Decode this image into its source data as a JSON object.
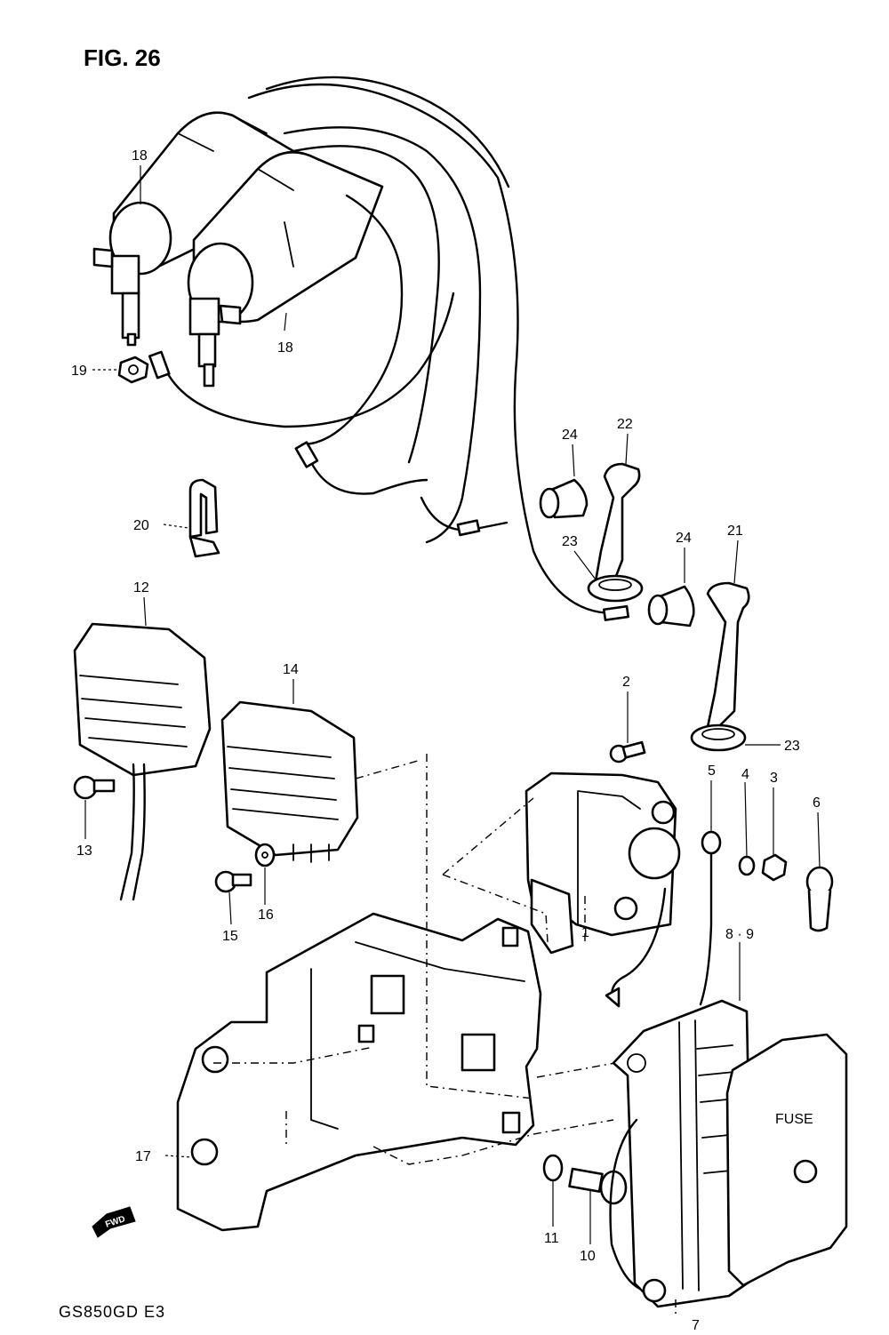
{
  "figure": {
    "title": "FIG. 26",
    "model_code": "GS850GD  E3",
    "fwd_label": "FWD"
  },
  "callouts": [
    {
      "id": "c18a",
      "label": "18"
    },
    {
      "id": "c18b",
      "label": "18"
    },
    {
      "id": "c19",
      "label": "19"
    },
    {
      "id": "c20",
      "label": "20"
    },
    {
      "id": "c24a",
      "label": "24"
    },
    {
      "id": "c22",
      "label": "22"
    },
    {
      "id": "c23a",
      "label": "23"
    },
    {
      "id": "c24b",
      "label": "24"
    },
    {
      "id": "c21",
      "label": "21"
    },
    {
      "id": "c12",
      "label": "12"
    },
    {
      "id": "c14",
      "label": "14"
    },
    {
      "id": "c2",
      "label": "2"
    },
    {
      "id": "c23b",
      "label": "23"
    },
    {
      "id": "c13",
      "label": "13"
    },
    {
      "id": "c5",
      "label": "5"
    },
    {
      "id": "c4",
      "label": "4"
    },
    {
      "id": "c3",
      "label": "3"
    },
    {
      "id": "c6",
      "label": "6"
    },
    {
      "id": "c16",
      "label": "16"
    },
    {
      "id": "c15",
      "label": "15"
    },
    {
      "id": "c1",
      "label": "1"
    },
    {
      "id": "c89",
      "label": "8 · 9"
    },
    {
      "id": "c17",
      "label": "17"
    },
    {
      "id": "c11",
      "label": "11"
    },
    {
      "id": "c10",
      "label": "10"
    },
    {
      "id": "c7",
      "label": "7"
    }
  ],
  "fuse_box_label": "FUSE"
}
